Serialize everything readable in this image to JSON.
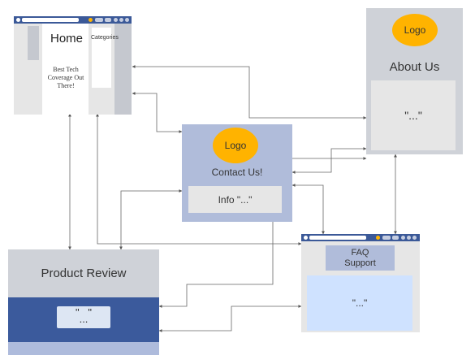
{
  "colors": {
    "browser_bar": "#3b5998",
    "light_gray": "#e6e6e6",
    "mid_gray": "#cfd2d8",
    "dark_gray": "#c5c8cf",
    "contact_bg": "#b0bcda",
    "logo": "#ffb300",
    "product_blue": "#3b5a9c",
    "product_bottom": "#aebbdc",
    "faq_body": "#cfe2ff",
    "faq_box": "#b0bcda",
    "arrow": "#555555",
    "text_dark": "#333333"
  },
  "home": {
    "title": "Home",
    "categories": "Categories",
    "tagline": "Best Tech Coverage Out There!"
  },
  "about": {
    "logo": "Logo",
    "title": "About Us",
    "body": "\"...\""
  },
  "contact": {
    "logo": "Logo",
    "title": "Contact Us!",
    "info": "Info \"...\""
  },
  "product": {
    "title": "Product Review",
    "quote_open": "\"   \"",
    "quote_dots": "..."
  },
  "faq": {
    "title_line1": "FAQ",
    "title_line2": "Support",
    "body": "\"...\""
  }
}
